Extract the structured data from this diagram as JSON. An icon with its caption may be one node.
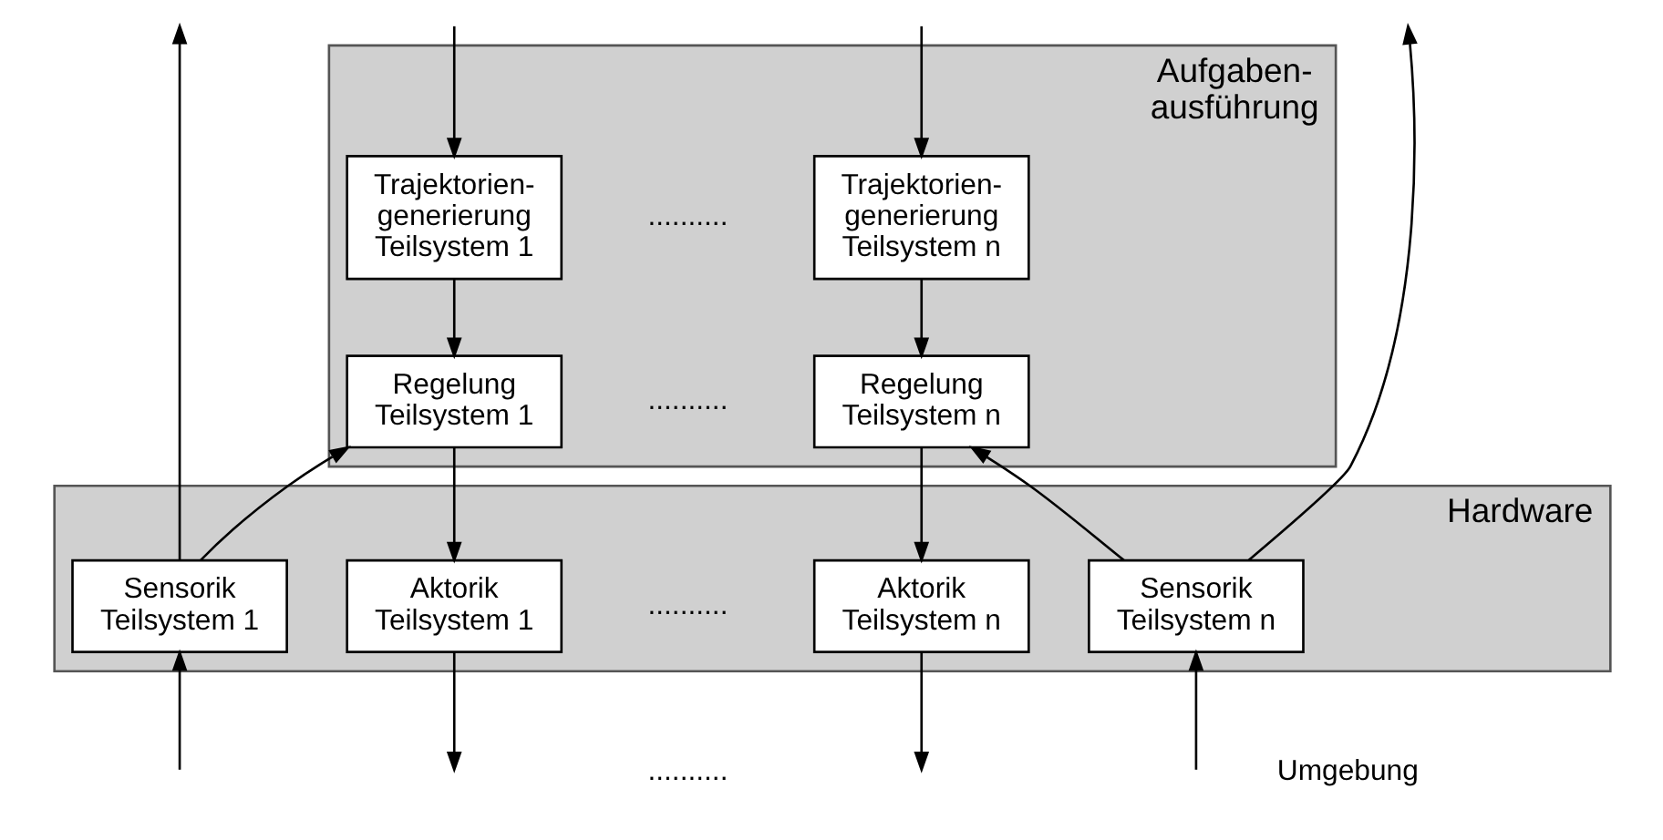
{
  "diagram": {
    "nodes": [
      {
        "text": [
          "Aufgaben- ausführung"
        ]
      },
      {
        "text": [
          "Trajektorien- generierung Teilsystem 1"
        ],
        "in": 0
      },
      {
        "text": [
          "Trajektorien- generierung Teilsystem n"
        ],
        "in": 0
      },
      {
        "text": [
          "Regelung Teilsystem 1"
        ],
        "in": 0
      },
      {
        "text": [
          "Regelung Teilsystem n"
        ],
        "in": 0
      },
      {
        "text": [
          "Hardware"
        ]
      },
      {
        "text": [
          "Sensorik Teilsystem 1"
        ],
        "in": 5
      },
      {
        "text": [
          "Aktorik Teilsystem 1"
        ],
        "in": 5
      },
      {
        "text": [
          "Aktorik Teilsystem n"
        ],
        "in": 5
      },
      {
        "text": [
          "Sensorik Teilsystem n"
        ],
        "in": 5
      }
    ],
    "edges": [
      {
        "from": null,
        "to": 1,
        "arrow": "to"
      },
      {
        "from": null,
        "to": 2,
        "arrow": "to"
      },
      {
        "from": 1,
        "to": 3,
        "arrow": "to"
      },
      {
        "from": 2,
        "to": 4,
        "arrow": "to"
      },
      {
        "from": 6,
        "to": null,
        "arrow": "to"
      },
      {
        "from": 6,
        "to": 3,
        "arrow": "to"
      },
      {
        "from": 9,
        "to": null,
        "arrow": "to"
      },
      {
        "from": 9,
        "to": 4,
        "arrow": "to"
      },
      {
        "from": 3,
        "to": 7,
        "arrow": "to"
      },
      {
        "from": 4,
        "to": 8,
        "arrow": "to"
      },
      {
        "from": null,
        "to": 6,
        "arrow": "to"
      },
      {
        "from": null,
        "to": 9,
        "arrow": "to"
      },
      {
        "from": 7,
        "to": null,
        "arrow": "to"
      },
      {
        "from": 8,
        "to": null,
        "arrow": "to"
      }
    ],
    "labels": [
      "..........",
      "..........",
      "..........",
      "Umgebung",
      ".........."
    ]
  }
}
